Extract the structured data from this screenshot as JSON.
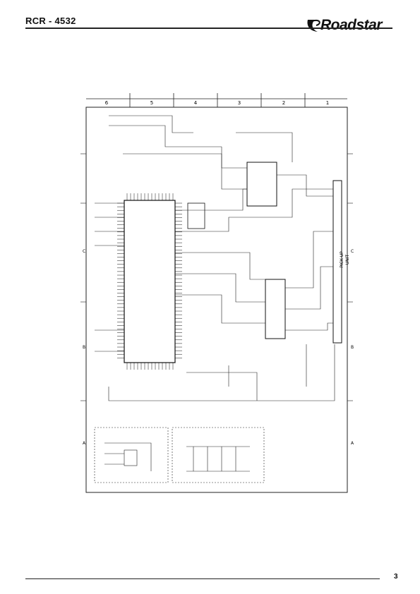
{
  "header": {
    "title": "RCR - 4532",
    "brand": "Roadstar"
  },
  "schematic": {
    "column_labels": [
      "6",
      "5",
      "4",
      "3",
      "2",
      "1"
    ],
    "row_labels": [
      "C",
      "B",
      "A"
    ],
    "pickup_label_1": "PICK UP",
    "pickup_label_2": "UNIT"
  },
  "footer": {
    "page_number": "3"
  }
}
